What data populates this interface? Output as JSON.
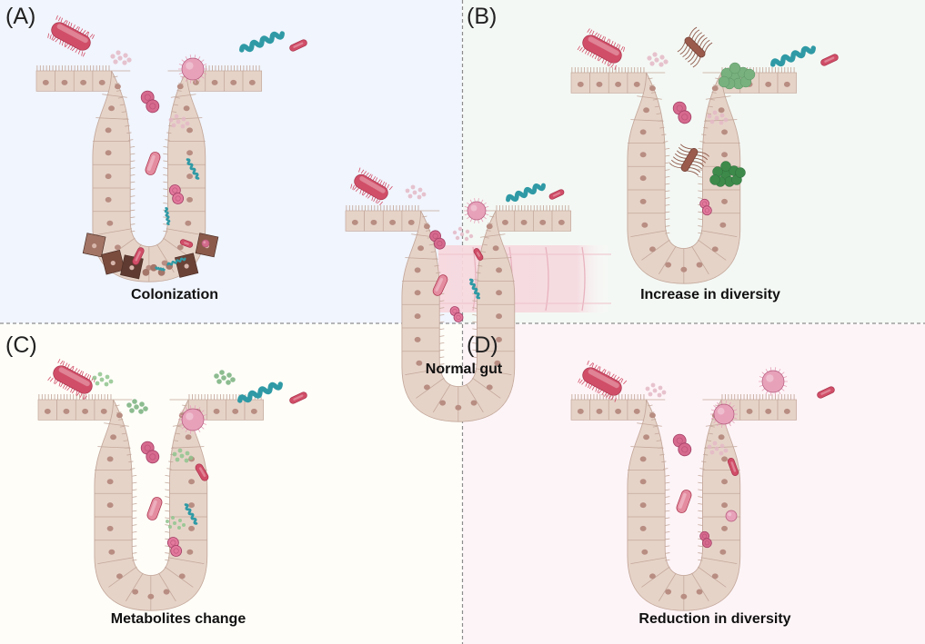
{
  "panels": [
    {
      "id": "A",
      "label": "(A)",
      "caption": "Colonization",
      "bg": "#f1f5fd"
    },
    {
      "id": "B",
      "label": "(B)",
      "caption": "Increase in diversity",
      "bg": "#f4f8f4"
    },
    {
      "id": "C",
      "label": "(C)",
      "caption": "Metabolites change",
      "bg": "#fefdf8"
    },
    {
      "id": "D",
      "label": "(D)",
      "caption": "Reduction in diversity",
      "bg": "#fdf4f7"
    }
  ],
  "center": {
    "caption": "Normal gut"
  },
  "colors": {
    "tissue": "#e6d3c8",
    "tissue_stroke": "#c3a79a",
    "nucleus": "#b88d82",
    "rod": "#d14e68",
    "rod_light": "#e48ca0",
    "coccus": "#e7a2ba",
    "spiral": "#2f9aa5",
    "green": "#78b07e",
    "dark_green": "#3d8a4b",
    "brown": "#8e5a4b",
    "divider": "#8c8c8c"
  }
}
